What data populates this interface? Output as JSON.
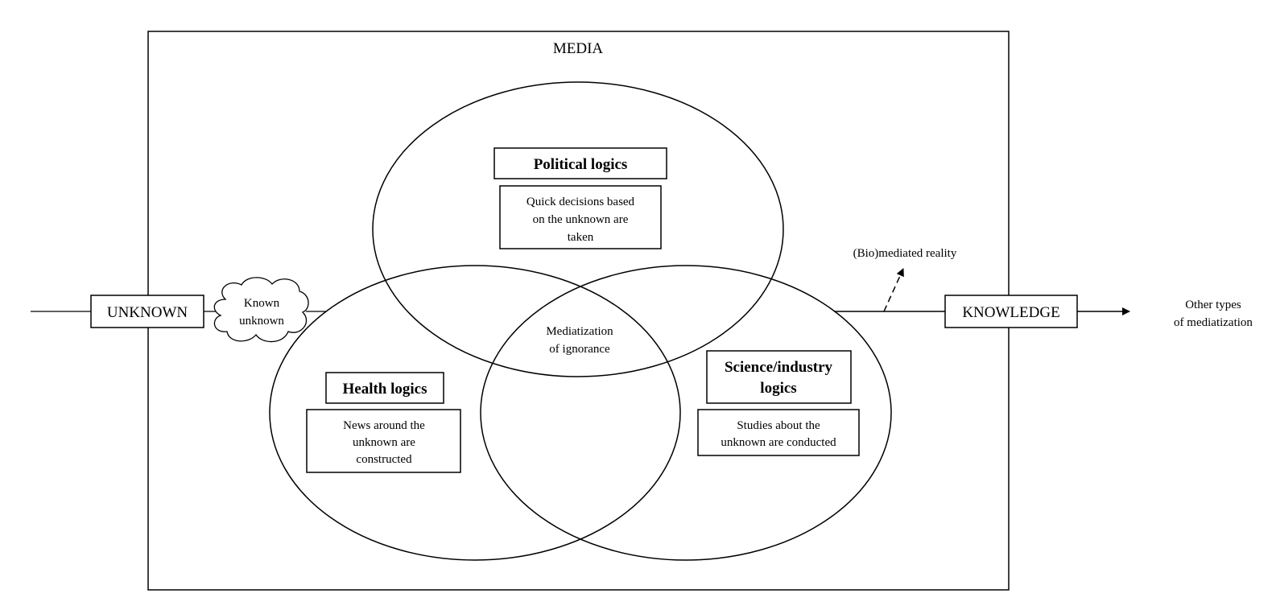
{
  "media_label": "MEDIA",
  "unknown_label": "UNKNOWN",
  "known_unknown": [
    "Known",
    "unknown"
  ],
  "knowledge_label": "KNOWLEDGE",
  "other_types": [
    "Other types",
    "of mediatization"
  ],
  "biomediated_reality": "(Bio)mediated reality",
  "center_label": [
    "Mediatization",
    "of ignorance"
  ],
  "political": {
    "title": "Political logics",
    "desc": [
      "Quick decisions based",
      "on the unknown are",
      "taken"
    ]
  },
  "health": {
    "title": "Health logics",
    "desc": [
      "News around the",
      "unknown are",
      "constructed"
    ]
  },
  "science": {
    "title": [
      "Science/industry",
      "logics"
    ],
    "desc": [
      "Studies about the",
      "unknown are conducted"
    ]
  }
}
